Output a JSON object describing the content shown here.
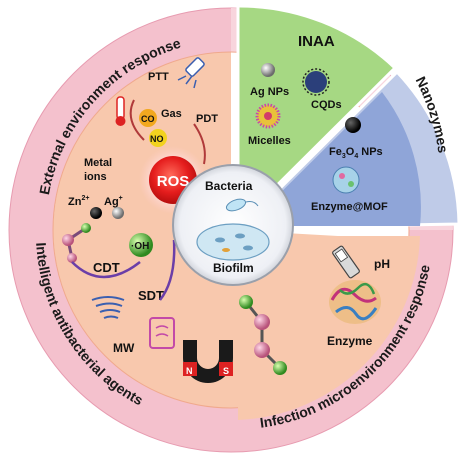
{
  "ring": {
    "external": "External environment response",
    "intelligent": "Intelligent antibacterial agents",
    "infection": "Infection microenvironment response",
    "nanozymes": "Nanozymes"
  },
  "sectors": {
    "inaa": {
      "title": "INAA",
      "ag_nps": "Ag NPs",
      "cqds": "CQDs",
      "micelles": "Micelles"
    },
    "nanozymes": {
      "fe3o4_base": "Fe",
      "fe3o4_sub1": "3",
      "fe3o4_mid": "O",
      "fe3o4_sub2": "4",
      "fe3o4_tail": " NPs",
      "enzyme_mof": "Enzyme@MOF"
    },
    "infection": {
      "ph": "pH",
      "enzyme": "Enzyme"
    }
  },
  "left": {
    "ptt": "PTT",
    "pdt": "PDT",
    "gas": "Gas",
    "co": "CO",
    "no": "NO",
    "metal_ions_1": "Metal",
    "metal_ions_2": "ions",
    "zn": "Zn",
    "zn_sup": "2+",
    "ag": "Ag",
    "ag_sup": "+",
    "ros": "ROS",
    "oh": "·OH",
    "cdt": "CDT",
    "sdt": "SDT",
    "mw": "MW",
    "magnet_n": "N",
    "magnet_s": "S"
  },
  "center": {
    "bacteria": "Bacteria",
    "biofilm": "Biofilm"
  },
  "colors": {
    "outer_ring": "#f2b3c2",
    "inner_pink": "#f7c9a8",
    "inaa_green": "#9fd27a",
    "nanozyme_blue": "#8ea4d6",
    "ros_red": "#e51d1d"
  }
}
